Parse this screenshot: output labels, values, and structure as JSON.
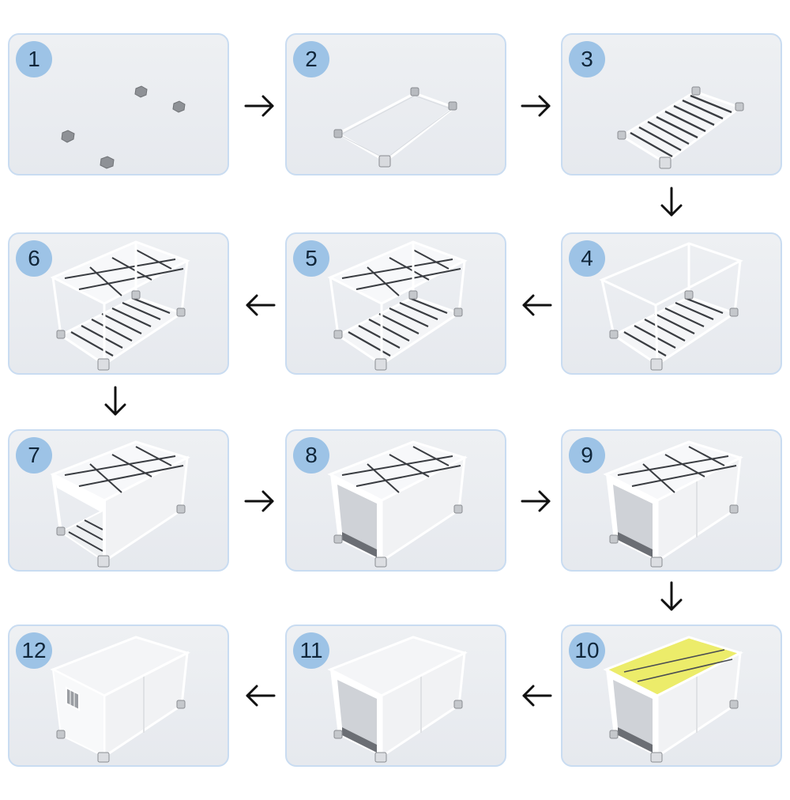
{
  "steps": [
    {
      "number": "1",
      "stage": "foundation-pads"
    },
    {
      "number": "2",
      "stage": "base-frame"
    },
    {
      "number": "3",
      "stage": "floor-joists"
    },
    {
      "number": "4",
      "stage": "columns-and-top-frame"
    },
    {
      "number": "5",
      "stage": "roof-purlins"
    },
    {
      "number": "6",
      "stage": "completed-skeleton"
    },
    {
      "number": "7",
      "stage": "back-wall-panels"
    },
    {
      "number": "8",
      "stage": "floor-panel"
    },
    {
      "number": "9",
      "stage": "side-wall-panels"
    },
    {
      "number": "10",
      "stage": "roof-insulation"
    },
    {
      "number": "11",
      "stage": "roof-panel"
    },
    {
      "number": "12",
      "stage": "front-wall-with-window"
    }
  ],
  "flow_arrows": [
    "right",
    "right",
    "down",
    "left",
    "left",
    "down",
    "right",
    "right",
    "down",
    "left",
    "left"
  ],
  "icons": {
    "arrow": "arrow-icon"
  },
  "colors": {
    "panel_background": "#e9ecf0",
    "panel_border": "#c9dcf1",
    "badge": "#9dc3e6",
    "badge_text": "#10263a",
    "frame": "#ffffff",
    "joist": "#3a3d42",
    "insulation": "#ecec6a"
  }
}
